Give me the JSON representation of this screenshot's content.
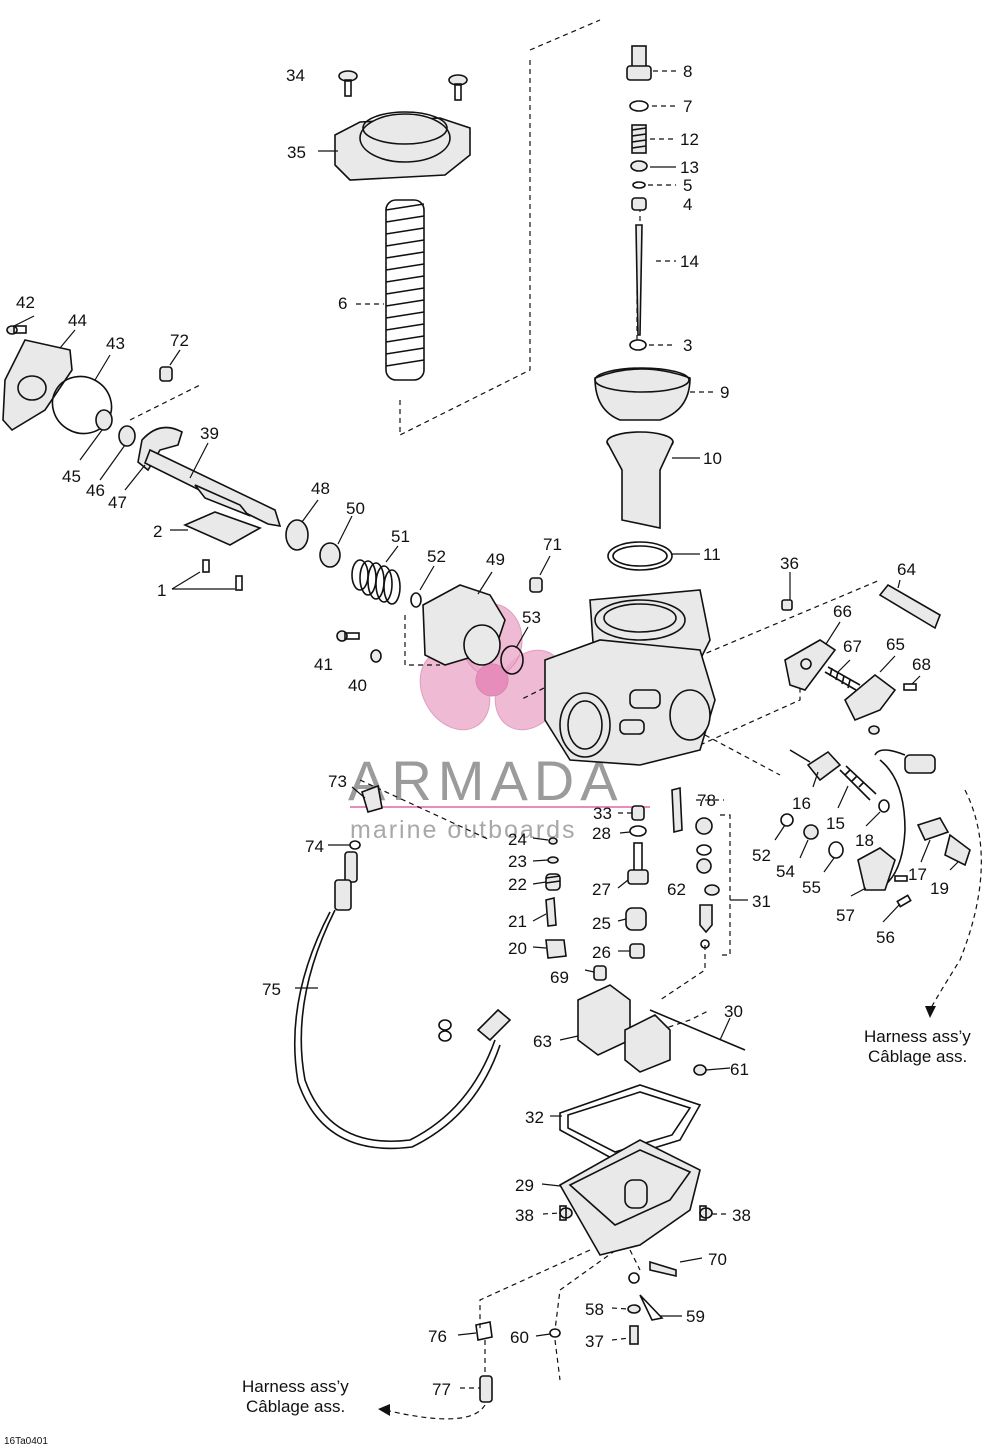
{
  "diagram_code": "16Ta0401",
  "watermark": {
    "brand": "ARMADA",
    "subtitle": "marine outboards",
    "logo_color": "#e89ac0"
  },
  "notes": {
    "harness_right_line1": "Harness ass’y",
    "harness_right_line2": "Câblage ass.",
    "harness_left_line1": "Harness ass’y",
    "harness_left_line2": "Câblage ass."
  },
  "callouts": [
    {
      "id": "c34",
      "text": "34"
    },
    {
      "id": "c35",
      "text": "35"
    },
    {
      "id": "c6",
      "text": "6"
    },
    {
      "id": "c8",
      "text": "8"
    },
    {
      "id": "c7",
      "text": "7"
    },
    {
      "id": "c12",
      "text": "12"
    },
    {
      "id": "c13",
      "text": "13"
    },
    {
      "id": "c5",
      "text": "5"
    },
    {
      "id": "c4",
      "text": "4"
    },
    {
      "id": "c14",
      "text": "14"
    },
    {
      "id": "c3",
      "text": "3"
    },
    {
      "id": "c9",
      "text": "9"
    },
    {
      "id": "c10",
      "text": "10"
    },
    {
      "id": "c11",
      "text": "11"
    },
    {
      "id": "c42",
      "text": "42"
    },
    {
      "id": "c44",
      "text": "44"
    },
    {
      "id": "c43",
      "text": "43"
    },
    {
      "id": "c72",
      "text": "72"
    },
    {
      "id": "c39",
      "text": "39"
    },
    {
      "id": "c45",
      "text": "45"
    },
    {
      "id": "c46",
      "text": "46"
    },
    {
      "id": "c47",
      "text": "47"
    },
    {
      "id": "c2",
      "text": "2"
    },
    {
      "id": "c1",
      "text": "1"
    },
    {
      "id": "c48",
      "text": "48"
    },
    {
      "id": "c50",
      "text": "50"
    },
    {
      "id": "c51",
      "text": "51"
    },
    {
      "id": "c52a",
      "text": "52"
    },
    {
      "id": "c49",
      "text": "49"
    },
    {
      "id": "c71",
      "text": "71"
    },
    {
      "id": "c53",
      "text": "53"
    },
    {
      "id": "c41",
      "text": "41"
    },
    {
      "id": "c40",
      "text": "40"
    },
    {
      "id": "c36",
      "text": "36"
    },
    {
      "id": "c64",
      "text": "64"
    },
    {
      "id": "c66",
      "text": "66"
    },
    {
      "id": "c67",
      "text": "67"
    },
    {
      "id": "c65",
      "text": "65"
    },
    {
      "id": "c68",
      "text": "68"
    },
    {
      "id": "c73",
      "text": "73"
    },
    {
      "id": "c74",
      "text": "74"
    },
    {
      "id": "c33",
      "text": "33"
    },
    {
      "id": "c24",
      "text": "24"
    },
    {
      "id": "c28",
      "text": "28"
    },
    {
      "id": "c78",
      "text": "78"
    },
    {
      "id": "c23",
      "text": "23"
    },
    {
      "id": "c22",
      "text": "22"
    },
    {
      "id": "c27",
      "text": "27"
    },
    {
      "id": "c62",
      "text": "62"
    },
    {
      "id": "c21",
      "text": "21"
    },
    {
      "id": "c25",
      "text": "25"
    },
    {
      "id": "c31",
      "text": "31"
    },
    {
      "id": "c20",
      "text": "20"
    },
    {
      "id": "c26",
      "text": "26"
    },
    {
      "id": "c69",
      "text": "69"
    },
    {
      "id": "c16",
      "text": "16"
    },
    {
      "id": "c15",
      "text": "15"
    },
    {
      "id": "c18",
      "text": "18"
    },
    {
      "id": "c52b",
      "text": "52"
    },
    {
      "id": "c54",
      "text": "54"
    },
    {
      "id": "c55",
      "text": "55"
    },
    {
      "id": "c17",
      "text": "17"
    },
    {
      "id": "c19",
      "text": "19"
    },
    {
      "id": "c57",
      "text": "57"
    },
    {
      "id": "c56",
      "text": "56"
    },
    {
      "id": "c75",
      "text": "75"
    },
    {
      "id": "c30",
      "text": "30"
    },
    {
      "id": "c63",
      "text": "63"
    },
    {
      "id": "c61",
      "text": "61"
    },
    {
      "id": "c32",
      "text": "32"
    },
    {
      "id": "c29",
      "text": "29"
    },
    {
      "id": "c38a",
      "text": "38"
    },
    {
      "id": "c38b",
      "text": "38"
    },
    {
      "id": "c70",
      "text": "70"
    },
    {
      "id": "c58",
      "text": "58"
    },
    {
      "id": "c59",
      "text": "59"
    },
    {
      "id": "c76",
      "text": "76"
    },
    {
      "id": "c60",
      "text": "60"
    },
    {
      "id": "c37",
      "text": "37"
    },
    {
      "id": "c77",
      "text": "77"
    }
  ]
}
